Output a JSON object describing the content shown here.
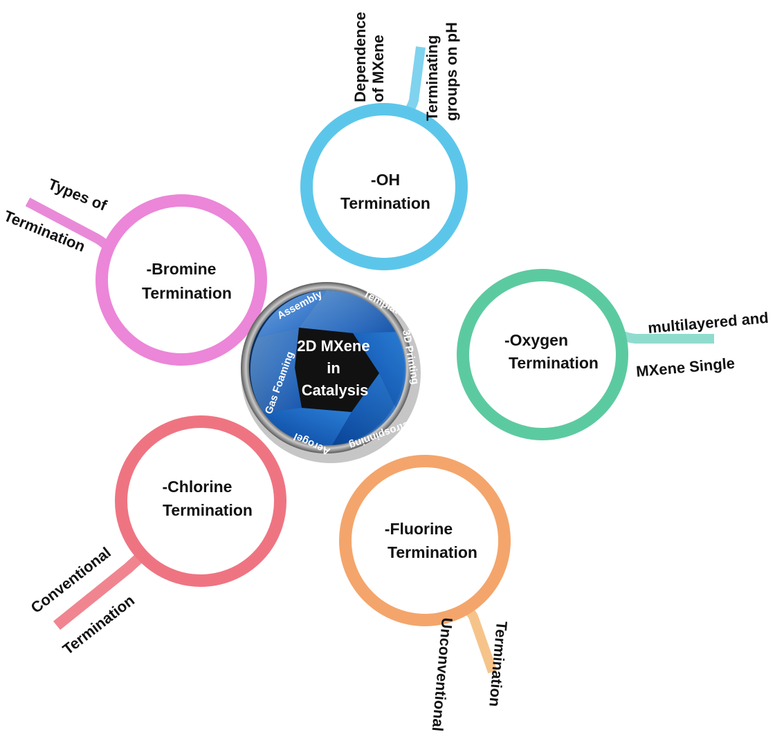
{
  "center": {
    "line1": "2D MXene",
    "line2": "in",
    "line3": "Catalysis",
    "blades": [
      "Assembly",
      "Template",
      "3D Printing",
      "Electrospinning",
      "Aerogel",
      "Gas Foaming"
    ]
  },
  "nodes": {
    "oh": {
      "line1": "-OH",
      "line2": "Termination",
      "side_a": [
        "Dependence",
        "of MXene"
      ],
      "side_b": [
        "Terminating",
        "groups on pH"
      ],
      "color": "#4fc3e8"
    },
    "bromine": {
      "line1": "-Bromine",
      "line2": "Termination",
      "side_a": [
        "Types of",
        "Termination"
      ],
      "color": "#e97bd6"
    },
    "oxygen": {
      "line1": "-Oxygen",
      "line2": "Termination",
      "side_a": [
        "multilayered and",
        "MXene Single"
      ],
      "color": "#5cc9a2"
    },
    "chlorine": {
      "line1": "-Chlorine",
      "line2": "Termination",
      "side_a": [
        "Conventional",
        "Termination"
      ],
      "color": "#ef6f7d"
    },
    "fluorine": {
      "line1": "-Fluorine",
      "line2": "Termination",
      "side_a": [
        "Unconventional",
        "Termination"
      ],
      "color": "#f4a76a"
    }
  }
}
